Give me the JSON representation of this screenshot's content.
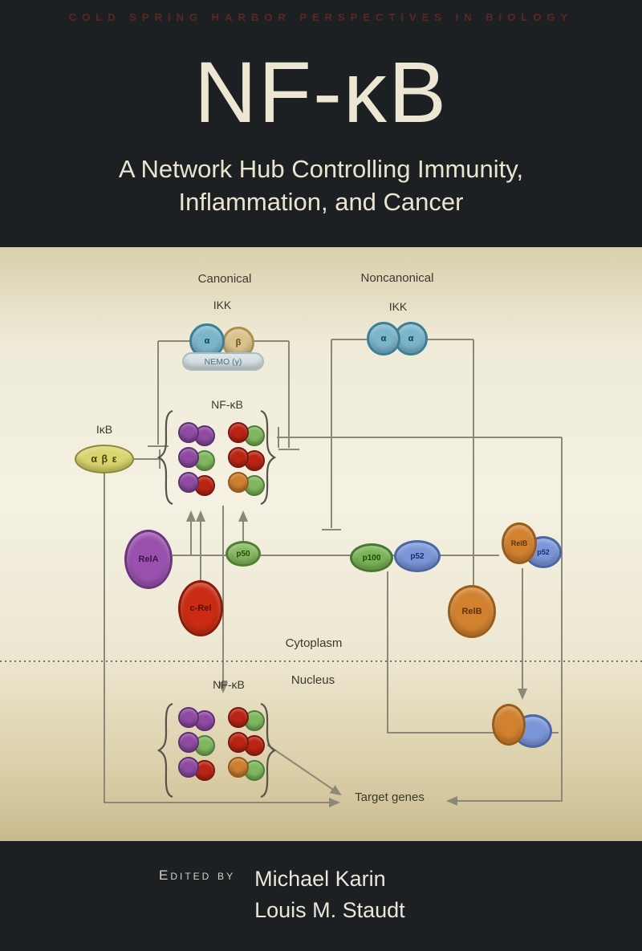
{
  "banner": {
    "series_title": "COLD SPRING HARBOR PERSPECTIVES IN BIOLOGY"
  },
  "title_block": {
    "title": "NF-κB",
    "subtitle_line1": "A Network Hub Controlling Immunity,",
    "subtitle_line2": "Inflammation, and Cancer"
  },
  "editors": {
    "label": "Edited by",
    "name1": "Michael Karin",
    "name2": "Louis M. Staudt"
  },
  "diagram": {
    "canonical_header": "Canonical",
    "noncanonical_header": "Noncanonical",
    "ikk_label_canonical": "IKK",
    "ikk_label_noncanonical": "IKK",
    "ikk_canonical_alpha": "α",
    "ikk_canonical_beta": "β",
    "nemo_label": "NEMO (γ)",
    "ikk_noncanonical_alpha1": "α",
    "ikk_noncanonical_alpha2": "α",
    "ikb_label": "IκB",
    "ikb_subunits": "α β ε",
    "nfkb_cytoplasm_label": "NF-κB",
    "nfkb_nucleus_label": "NF-κB",
    "cytoplasm_label": "Cytoplasm",
    "nucleus_label": "Nucleus",
    "target_genes_label": "Target genes",
    "proteins": {
      "rela": "RelA",
      "crel": "c-Rel",
      "p50": "p50",
      "p100": "p100",
      "p52": "p52",
      "relb": "RelB"
    },
    "dimer_grid": [
      [
        "purple|purple",
        "red|green"
      ],
      [
        "purple|green",
        "red|red"
      ],
      [
        "purple|red",
        "orange|green"
      ]
    ]
  },
  "colors": {
    "background": "#1d2023",
    "banner_text": "#5a2721",
    "title_text": "#ece6d2",
    "panel_center": "#f4f1e3",
    "panel_edge": "#c9ba8e",
    "line": "#8b8878",
    "ikk_blue": "#7ab6ca",
    "ikk_tan": "#d9c28c",
    "ikb_yellow": "#d9d46c",
    "subunits": {
      "purple": {
        "fill": "#8f4ba2",
        "border": "#5e2f72"
      },
      "red": {
        "fill": "#bb2413",
        "border": "#7e150c"
      },
      "green": {
        "fill": "#7fb75e",
        "border": "#4e7e33"
      },
      "orange": {
        "fill": "#cd7e31",
        "border": "#955818"
      },
      "blue": {
        "fill": "#6d8ed6",
        "border": "#44609f"
      }
    }
  }
}
